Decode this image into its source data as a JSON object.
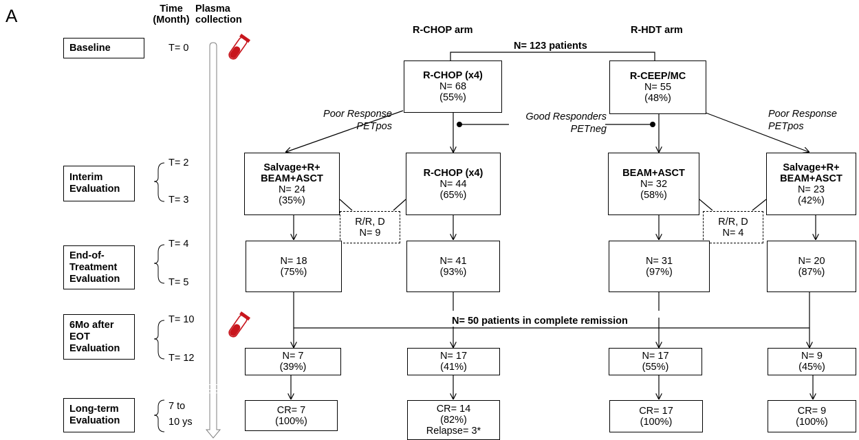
{
  "panel_label": "A",
  "header": {
    "time": [
      "Time",
      "(Month)"
    ],
    "plasma": [
      "Plasma",
      "collection"
    ],
    "rchop_arm": "R-CHOP arm",
    "rhdt_arm": "R-HDT arm",
    "total": "N= 123 patients"
  },
  "stages": {
    "baseline": [
      "Baseline"
    ],
    "interim": [
      "Interim",
      "Evaluation"
    ],
    "eot": [
      "End-of-",
      "Treatment",
      "Evaluation"
    ],
    "six_mo": [
      "6Mo after",
      "EOT",
      "Evaluation"
    ],
    "long_term": [
      "Long-term",
      "Evaluation"
    ]
  },
  "times": {
    "t0": "T= 0",
    "t2": "T= 2",
    "t3": "T= 3",
    "t4": "T= 4",
    "t5": "T= 5",
    "t10": "T= 10",
    "t12": "T= 12",
    "lt1": "7 to",
    "lt2": "10 ys"
  },
  "edge_labels": {
    "poor_left": [
      "Poor Response",
      "PETpos"
    ],
    "good": [
      "Good Responders",
      "PETneg"
    ],
    "poor_right": [
      "Poor Response",
      "PETpos"
    ],
    "cr": "N= 50 patients in complete remission"
  },
  "boxes": {
    "rchop_top": [
      "R-CHOP (x4)",
      "N= 68",
      "(55%)"
    ],
    "rceep_top": [
      "R-CEEP/MC",
      "N= 55",
      "(48%)"
    ],
    "salvage_l": [
      "Salvage+R+",
      "BEAM+ASCT",
      "N= 24",
      "(35%)"
    ],
    "rchop2": [
      "R-CHOP (x4)",
      "N= 44",
      "(65%)"
    ],
    "beam": [
      "BEAM+ASCT",
      "N= 32",
      "(58%)"
    ],
    "salvage_r": [
      "Salvage+R+",
      "BEAM+ASCT",
      "N= 23",
      "(42%)"
    ],
    "rr_l": [
      "R/R, D",
      "N= 9"
    ],
    "rr_r": [
      "R/R, D",
      "N= 4"
    ],
    "eot1": [
      "N= 18",
      "(75%)"
    ],
    "eot2": [
      "N= 41",
      "(93%)"
    ],
    "eot3": [
      "N= 31",
      "(97%)"
    ],
    "eot4": [
      "N= 20",
      "(87%)"
    ],
    "m6_1": [
      "N= 7",
      "(39%)"
    ],
    "m6_2": [
      "N= 17",
      "(41%)"
    ],
    "m6_3": [
      "N= 17",
      "(55%)"
    ],
    "m6_4": [
      "N= 9",
      "(45%)"
    ],
    "lt1": [
      "CR= 7",
      "(100%)"
    ],
    "lt2": [
      "CR= 14",
      "(82%)",
      "Relapse= 3*"
    ],
    "lt3": [
      "CR= 17",
      "(100%)"
    ],
    "lt4": [
      "CR= 9",
      "(100%)"
    ]
  },
  "colors": {
    "tube_red": "#c8161d",
    "timeline_arrow": "#7f7f7f"
  }
}
